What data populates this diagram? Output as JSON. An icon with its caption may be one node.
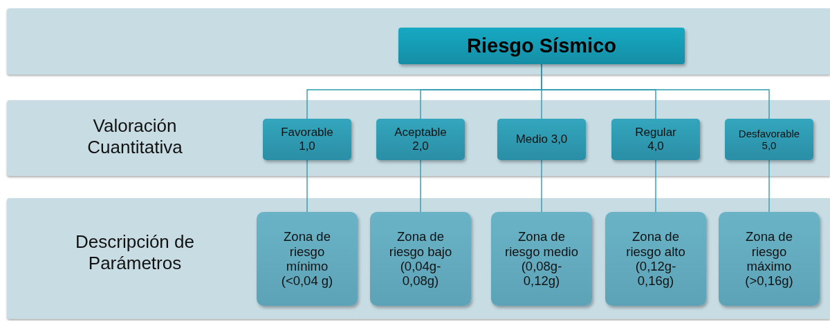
{
  "diagram": {
    "nodes": [
      {
        "text": [],
        "shape": "band"
      },
      {
        "text": [
          "Riesgo Sísmico"
        ],
        "in": 0
      },
      {
        "text": [
          "Valoración Cuantitativa"
        ]
      },
      {
        "text": [
          "Favorable 1,0"
        ],
        "in": 2
      },
      {
        "text": [
          "Aceptable 2,0"
        ],
        "in": 2
      },
      {
        "text": [
          "Medio 3,0"
        ],
        "in": 2
      },
      {
        "text": [
          "Regular 4,0"
        ],
        "in": 2
      },
      {
        "text": [
          "Desfavorable 5,0"
        ],
        "in": 2
      },
      {
        "text": [
          "Descripción de Parámetros"
        ]
      },
      {
        "text": [
          "Zona de riesgo mínimo (<0,04 g)"
        ],
        "in": 8
      },
      {
        "text": [
          "Zona de riesgo bajo (0,04g-0,08g)"
        ],
        "in": 8
      },
      {
        "text": [
          "Zona de riesgo medio (0,08g-0,12g)"
        ],
        "in": 8
      },
      {
        "text": [
          "Zona de riesgo alto (0,12g-0,16g)"
        ],
        "in": 8
      },
      {
        "text": [
          "Zona de riesgo máximo (>0,16g)"
        ],
        "in": 8
      }
    ],
    "edges": [
      {
        "from": 1,
        "to": 3,
        "arrow": "none"
      },
      {
        "from": 1,
        "to": 4,
        "arrow": "none"
      },
      {
        "from": 1,
        "to": 5,
        "arrow": "none"
      },
      {
        "from": 1,
        "to": 6,
        "arrow": "none"
      },
      {
        "from": 1,
        "to": 7,
        "arrow": "none"
      },
      {
        "from": 3,
        "to": 9,
        "arrow": "none"
      },
      {
        "from": 4,
        "to": 10,
        "arrow": "none"
      },
      {
        "from": 5,
        "to": 11,
        "arrow": "none"
      },
      {
        "from": 6,
        "to": 12,
        "arrow": "none"
      },
      {
        "from": 7,
        "to": 13,
        "arrow": "none"
      }
    ]
  }
}
